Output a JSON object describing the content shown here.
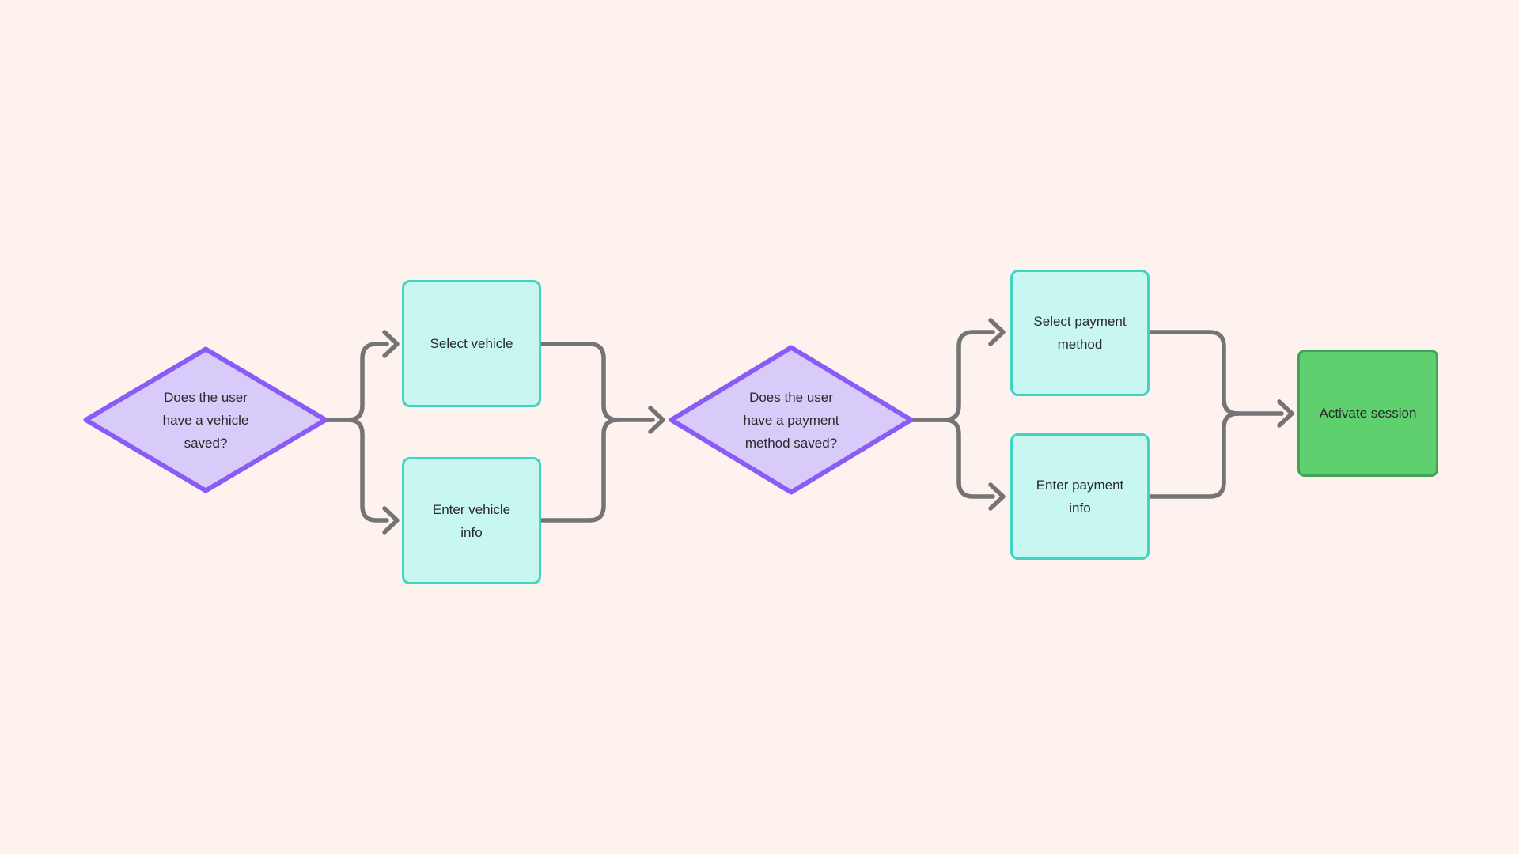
{
  "diagram": {
    "colors": {
      "bg": "#fdf2ee",
      "decision_fill": "#d9cbf9",
      "decision_stroke": "#8a5cf5",
      "process_fill": "#c7f7f0",
      "process_stroke": "#3fd5c0",
      "terminal_fill": "#5fd06e",
      "terminal_stroke": "#3fa457",
      "connector": "#747474",
      "text": "#2a2a2a"
    },
    "nodes": {
      "vehicle_decision": {
        "type": "decision",
        "label": "Does the user\nhave a vehicle\nsaved?"
      },
      "select_vehicle": {
        "type": "process",
        "label": "Select vehicle"
      },
      "enter_vehicle_info": {
        "type": "process",
        "label": "Enter vehicle\ninfo"
      },
      "payment_decision": {
        "type": "decision",
        "label": "Does the user\nhave a payment\nmethod saved?"
      },
      "select_payment_method": {
        "type": "process",
        "label": "Select payment\nmethod"
      },
      "enter_payment_info": {
        "type": "process",
        "label": "Enter payment\ninfo"
      },
      "activate_session": {
        "type": "terminal",
        "label": "Activate session"
      }
    },
    "edges": [
      {
        "from": "vehicle_decision",
        "to": "select_vehicle"
      },
      {
        "from": "vehicle_decision",
        "to": "enter_vehicle_info"
      },
      {
        "from": "select_vehicle",
        "to": "payment_decision"
      },
      {
        "from": "enter_vehicle_info",
        "to": "payment_decision"
      },
      {
        "from": "payment_decision",
        "to": "select_payment_method"
      },
      {
        "from": "payment_decision",
        "to": "enter_payment_info"
      },
      {
        "from": "select_payment_method",
        "to": "activate_session"
      },
      {
        "from": "enter_payment_info",
        "to": "activate_session"
      }
    ]
  }
}
